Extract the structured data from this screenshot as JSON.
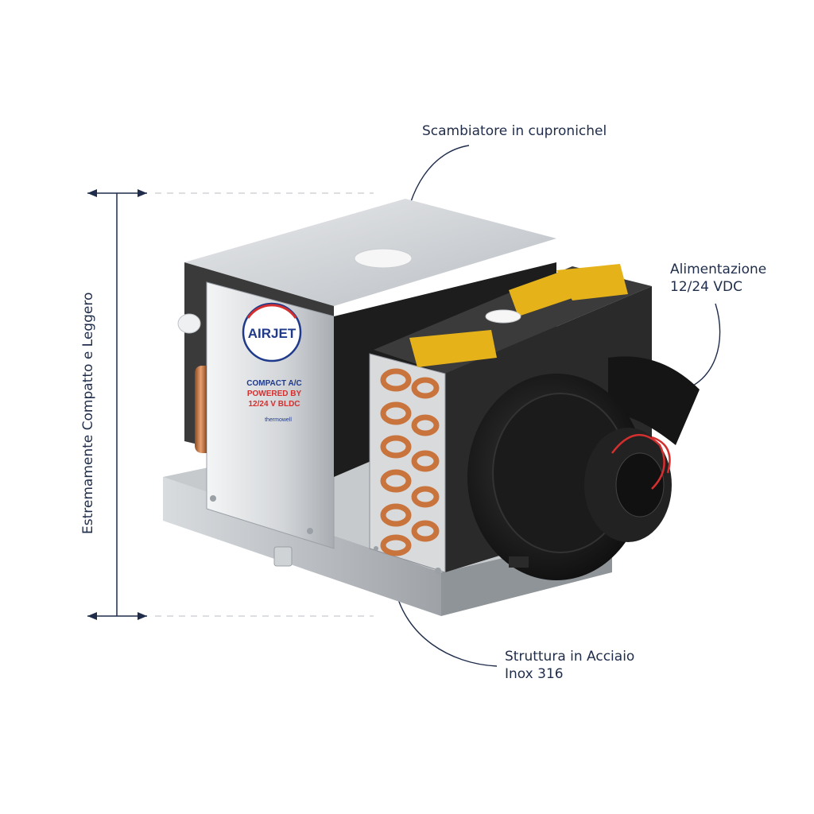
{
  "labels": {
    "exchanger": "Scambiatore in cupronichel",
    "power_line1": "Alimentazione",
    "power_line2": "12/24 VDC",
    "structure_line1": "Struttura in Acciaio",
    "structure_line2": "Inox 316",
    "size": "Estremamente Compatto e Leggero"
  },
  "product": {
    "brand": "AIRJET",
    "line1": "COMPACT A/C",
    "line2": "POWERED BY",
    "line3": "12/24 V BLDC",
    "maker": "thermowell"
  },
  "colors": {
    "text": "#1f2d4a",
    "steel": "#c9ccd0",
    "housing": "#2a2a2a",
    "copper": "#c8743c",
    "warning": "#e6b21a",
    "brand_blue": "#1f3a8a",
    "brand_red": "#d32f2f"
  }
}
